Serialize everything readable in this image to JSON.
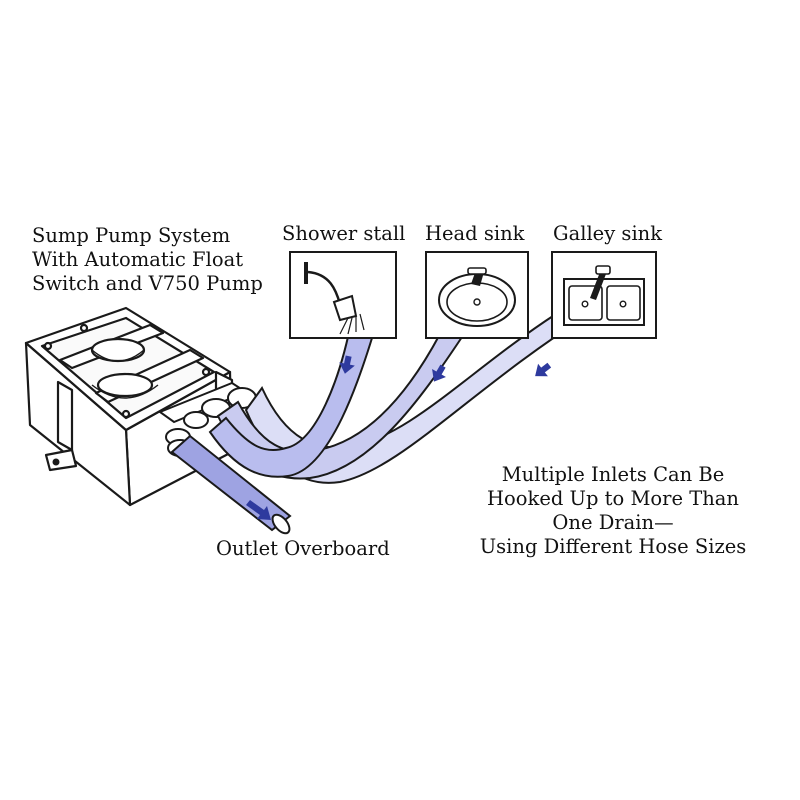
{
  "diagram": {
    "title_lines": [
      "Sump Pump System",
      "With Automatic Float",
      "Switch and V750 Pump"
    ],
    "sources": [
      {
        "id": "shower",
        "label": "Shower stall"
      },
      {
        "id": "head",
        "label": "Head sink"
      },
      {
        "id": "galley",
        "label": "Galley sink"
      }
    ],
    "outlet_label": "Outlet Overboard",
    "note_lines": [
      "Multiple Inlets Can Be",
      "Hooked Up to More Than",
      "One Drain—",
      "Using Different Hose Sizes"
    ],
    "colors": {
      "hose_fill": "#c9cbf0",
      "hose_fill_light": "#dcdef6",
      "hose_fill_dark": "#aeb2e6",
      "outlet_hose": "#9ea3e2",
      "flow_arrow": "#2e3a9e",
      "outline": "#1a1a1a"
    }
  }
}
